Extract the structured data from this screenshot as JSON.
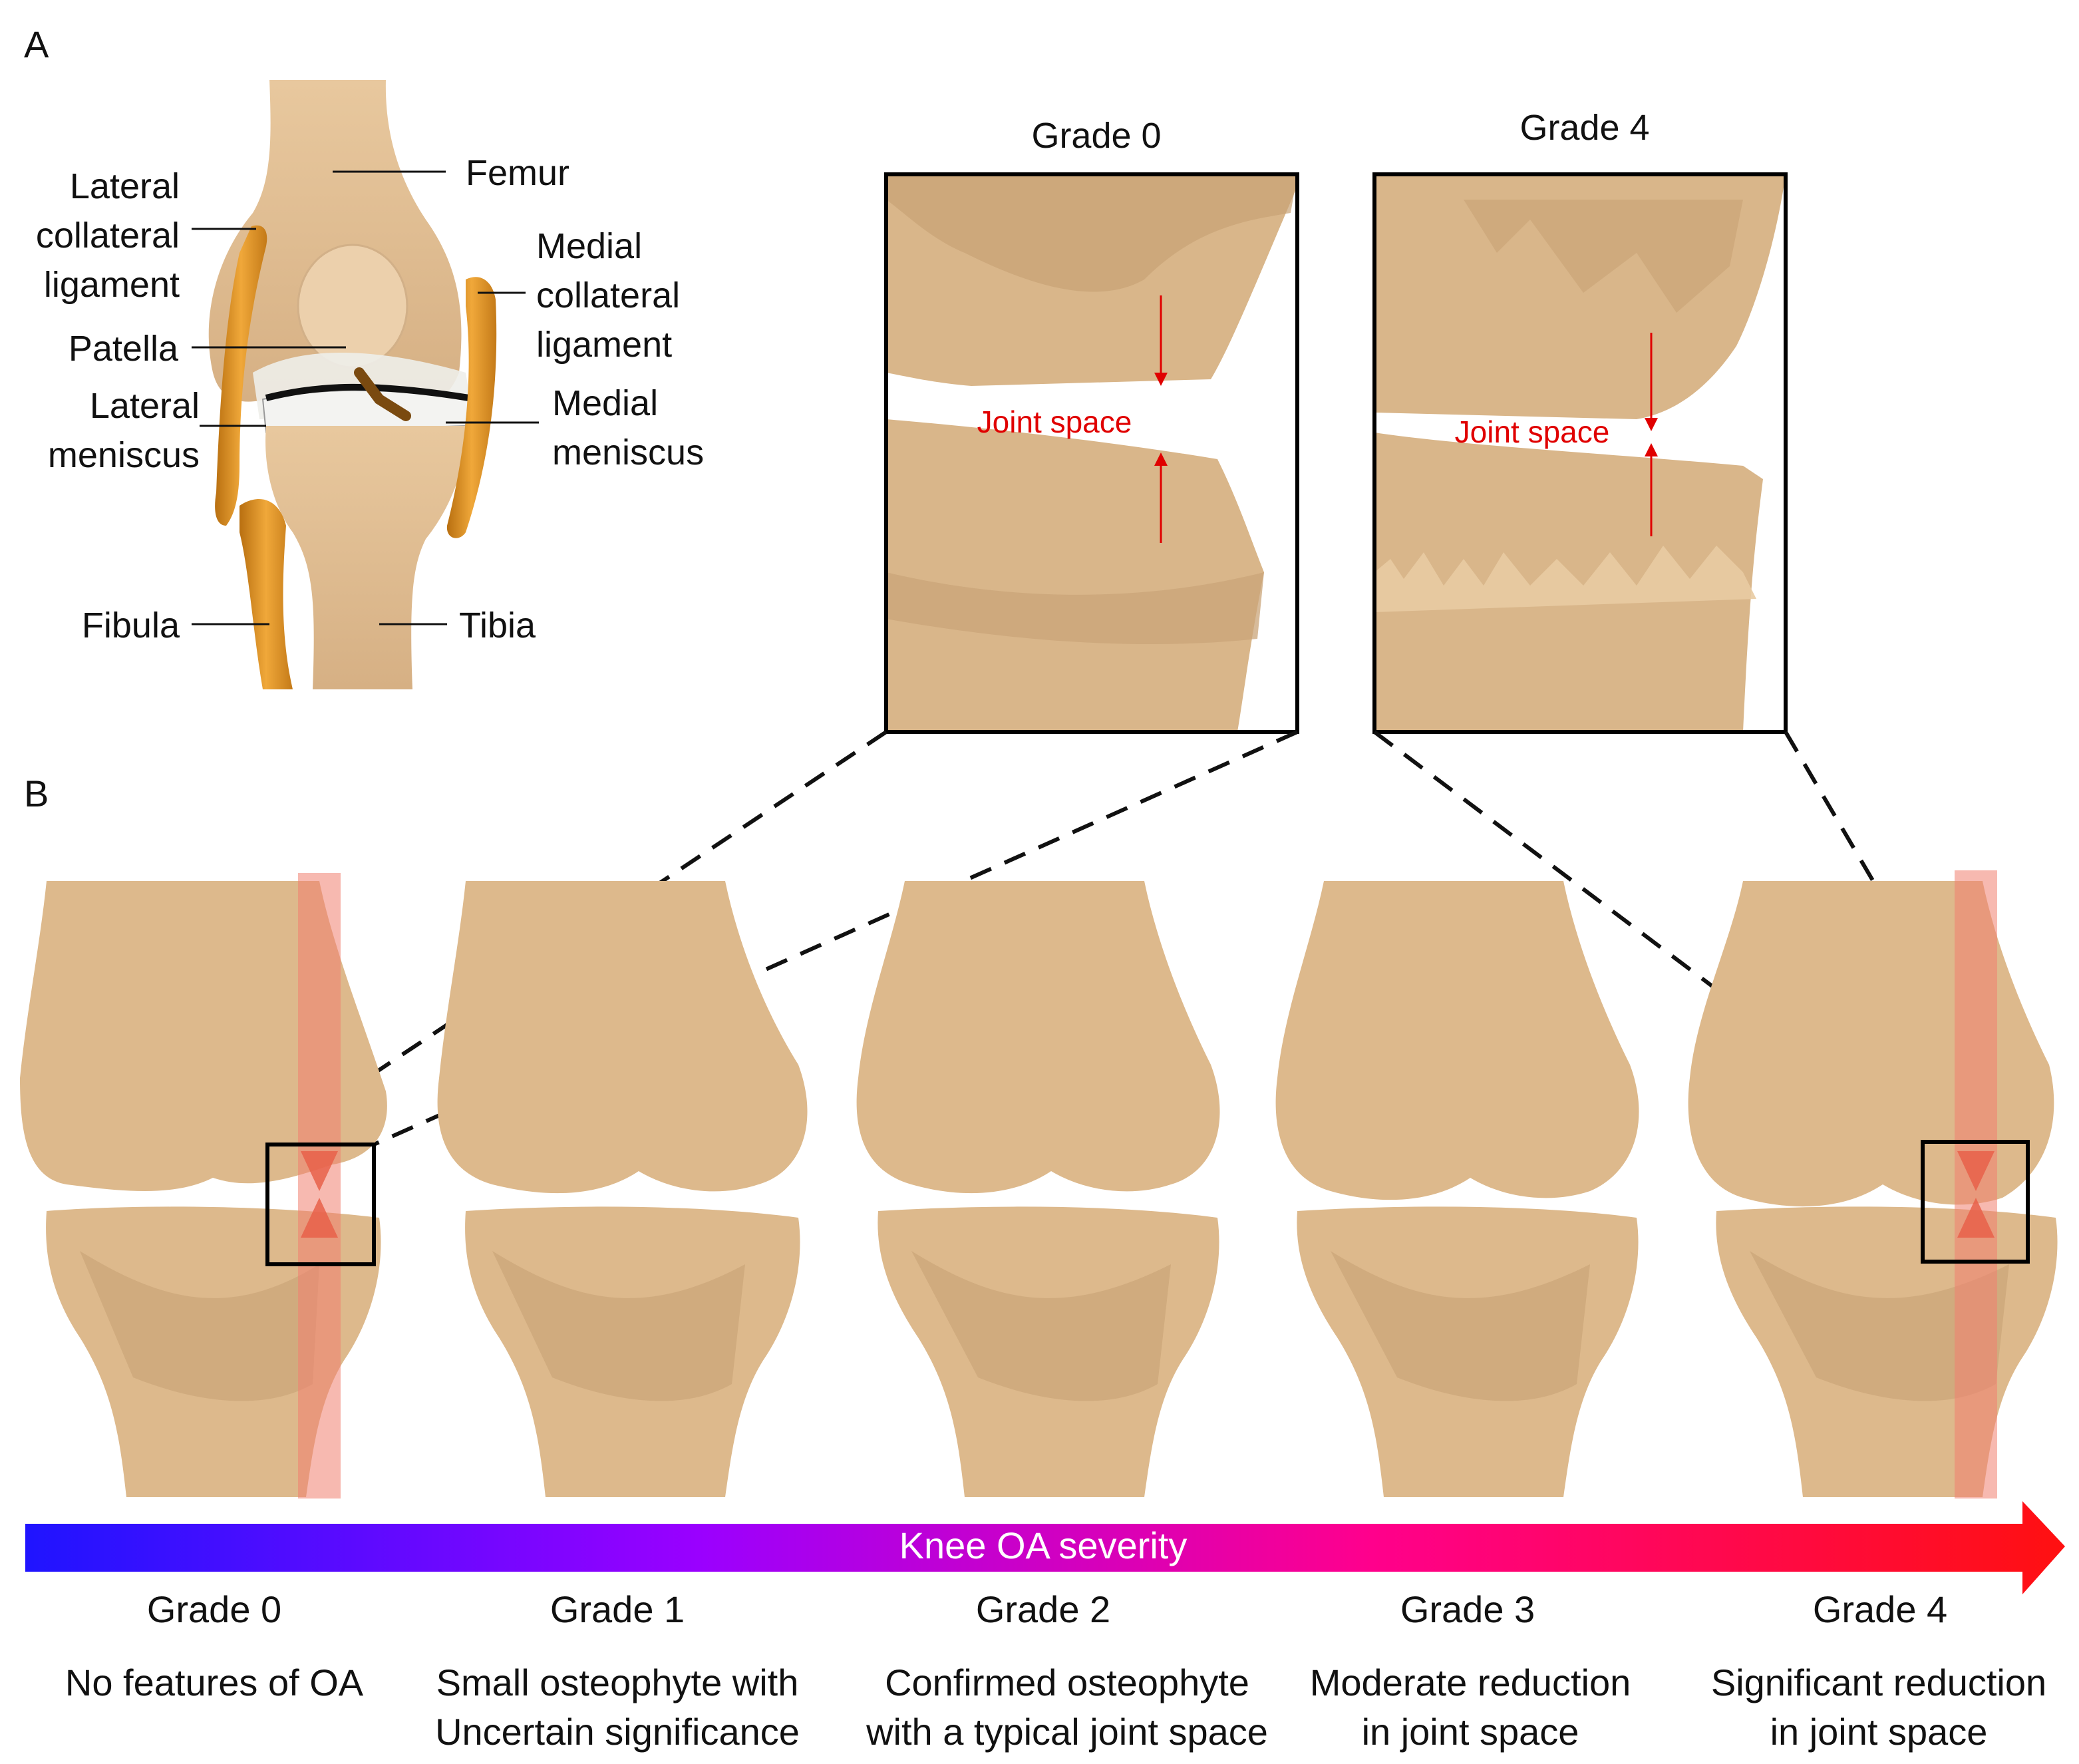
{
  "panels": {
    "a_label": "A",
    "b_label": "B"
  },
  "anatomy": {
    "femur": "Femur",
    "lcl": [
      "Lateral",
      "collateral",
      "ligament"
    ],
    "mcl": [
      "Medial",
      "collateral",
      "ligament"
    ],
    "patella": "Patella",
    "lateral_meniscus": [
      "Lateral",
      "meniscus"
    ],
    "medial_meniscus": [
      "Medial",
      "meniscus"
    ],
    "fibula": "Fibula",
    "tibia": "Tibia"
  },
  "zoom": {
    "left_title": "Grade 0",
    "right_title": "Grade 4",
    "joint_space": "Joint space"
  },
  "severity": {
    "label": "Knee OA severity",
    "gradient": [
      "#1f14ff",
      "#9a00ff",
      "#ff008c",
      "#ff1010"
    ],
    "highlight_color": "#f08070"
  },
  "grades": [
    {
      "name": "Grade 0",
      "desc": [
        "No features of OA"
      ]
    },
    {
      "name": "Grade 1",
      "desc": [
        "Small osteophyte with",
        "Uncertain significance"
      ]
    },
    {
      "name": "Grade 2",
      "desc": [
        "Confirmed osteophyte",
        "with a typical joint space"
      ]
    },
    {
      "name": "Grade 3",
      "desc": [
        "Moderate reduction",
        "in joint space"
      ]
    },
    {
      "name": "Grade 4",
      "desc": [
        "Significant reduction",
        "in joint space"
      ]
    }
  ],
  "colors": {
    "bone": "#e2bf94",
    "bone_shade": "#c9a478",
    "ligament": "#e89a2a",
    "ligament_dark": "#b86f10",
    "arrow": "#e00000"
  }
}
